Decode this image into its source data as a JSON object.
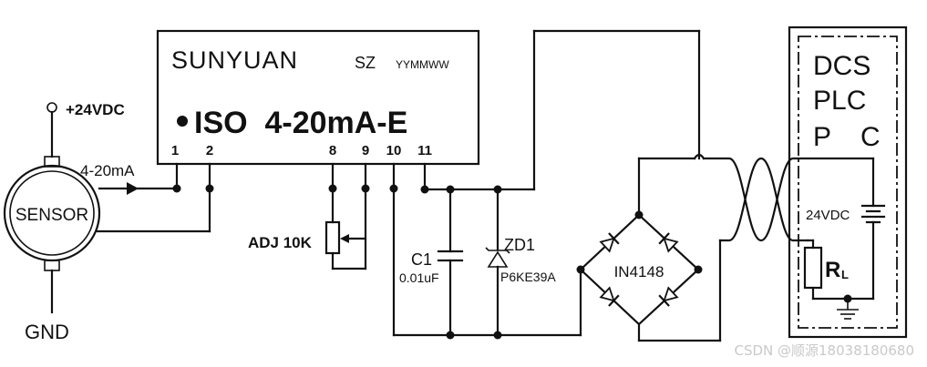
{
  "module": {
    "brand": "SUNYUAN",
    "code": "SZ",
    "date": "YYMMWW",
    "model": "ISO  4-20mA-E",
    "pins": [
      "1",
      "2",
      "8",
      "9",
      "10",
      "11"
    ]
  },
  "sensor": {
    "label": "SENSOR",
    "supply": "+24VDC",
    "signal": "4-20mA",
    "ground": "GND"
  },
  "adj": {
    "label": "ADJ 10K"
  },
  "c1": {
    "name": "C1",
    "value": "0.01uF"
  },
  "zd1": {
    "name": "ZD1",
    "value": "P6KE39A"
  },
  "bridge": {
    "label": "IN4148"
  },
  "system": {
    "line1": "DCS",
    "line2": "PLC",
    "line3a": "P",
    "line3b": "C",
    "supply": "24VDC",
    "load_main": "R",
    "load_sub": "L"
  },
  "watermark": "CSDN @顺源18038180680"
}
